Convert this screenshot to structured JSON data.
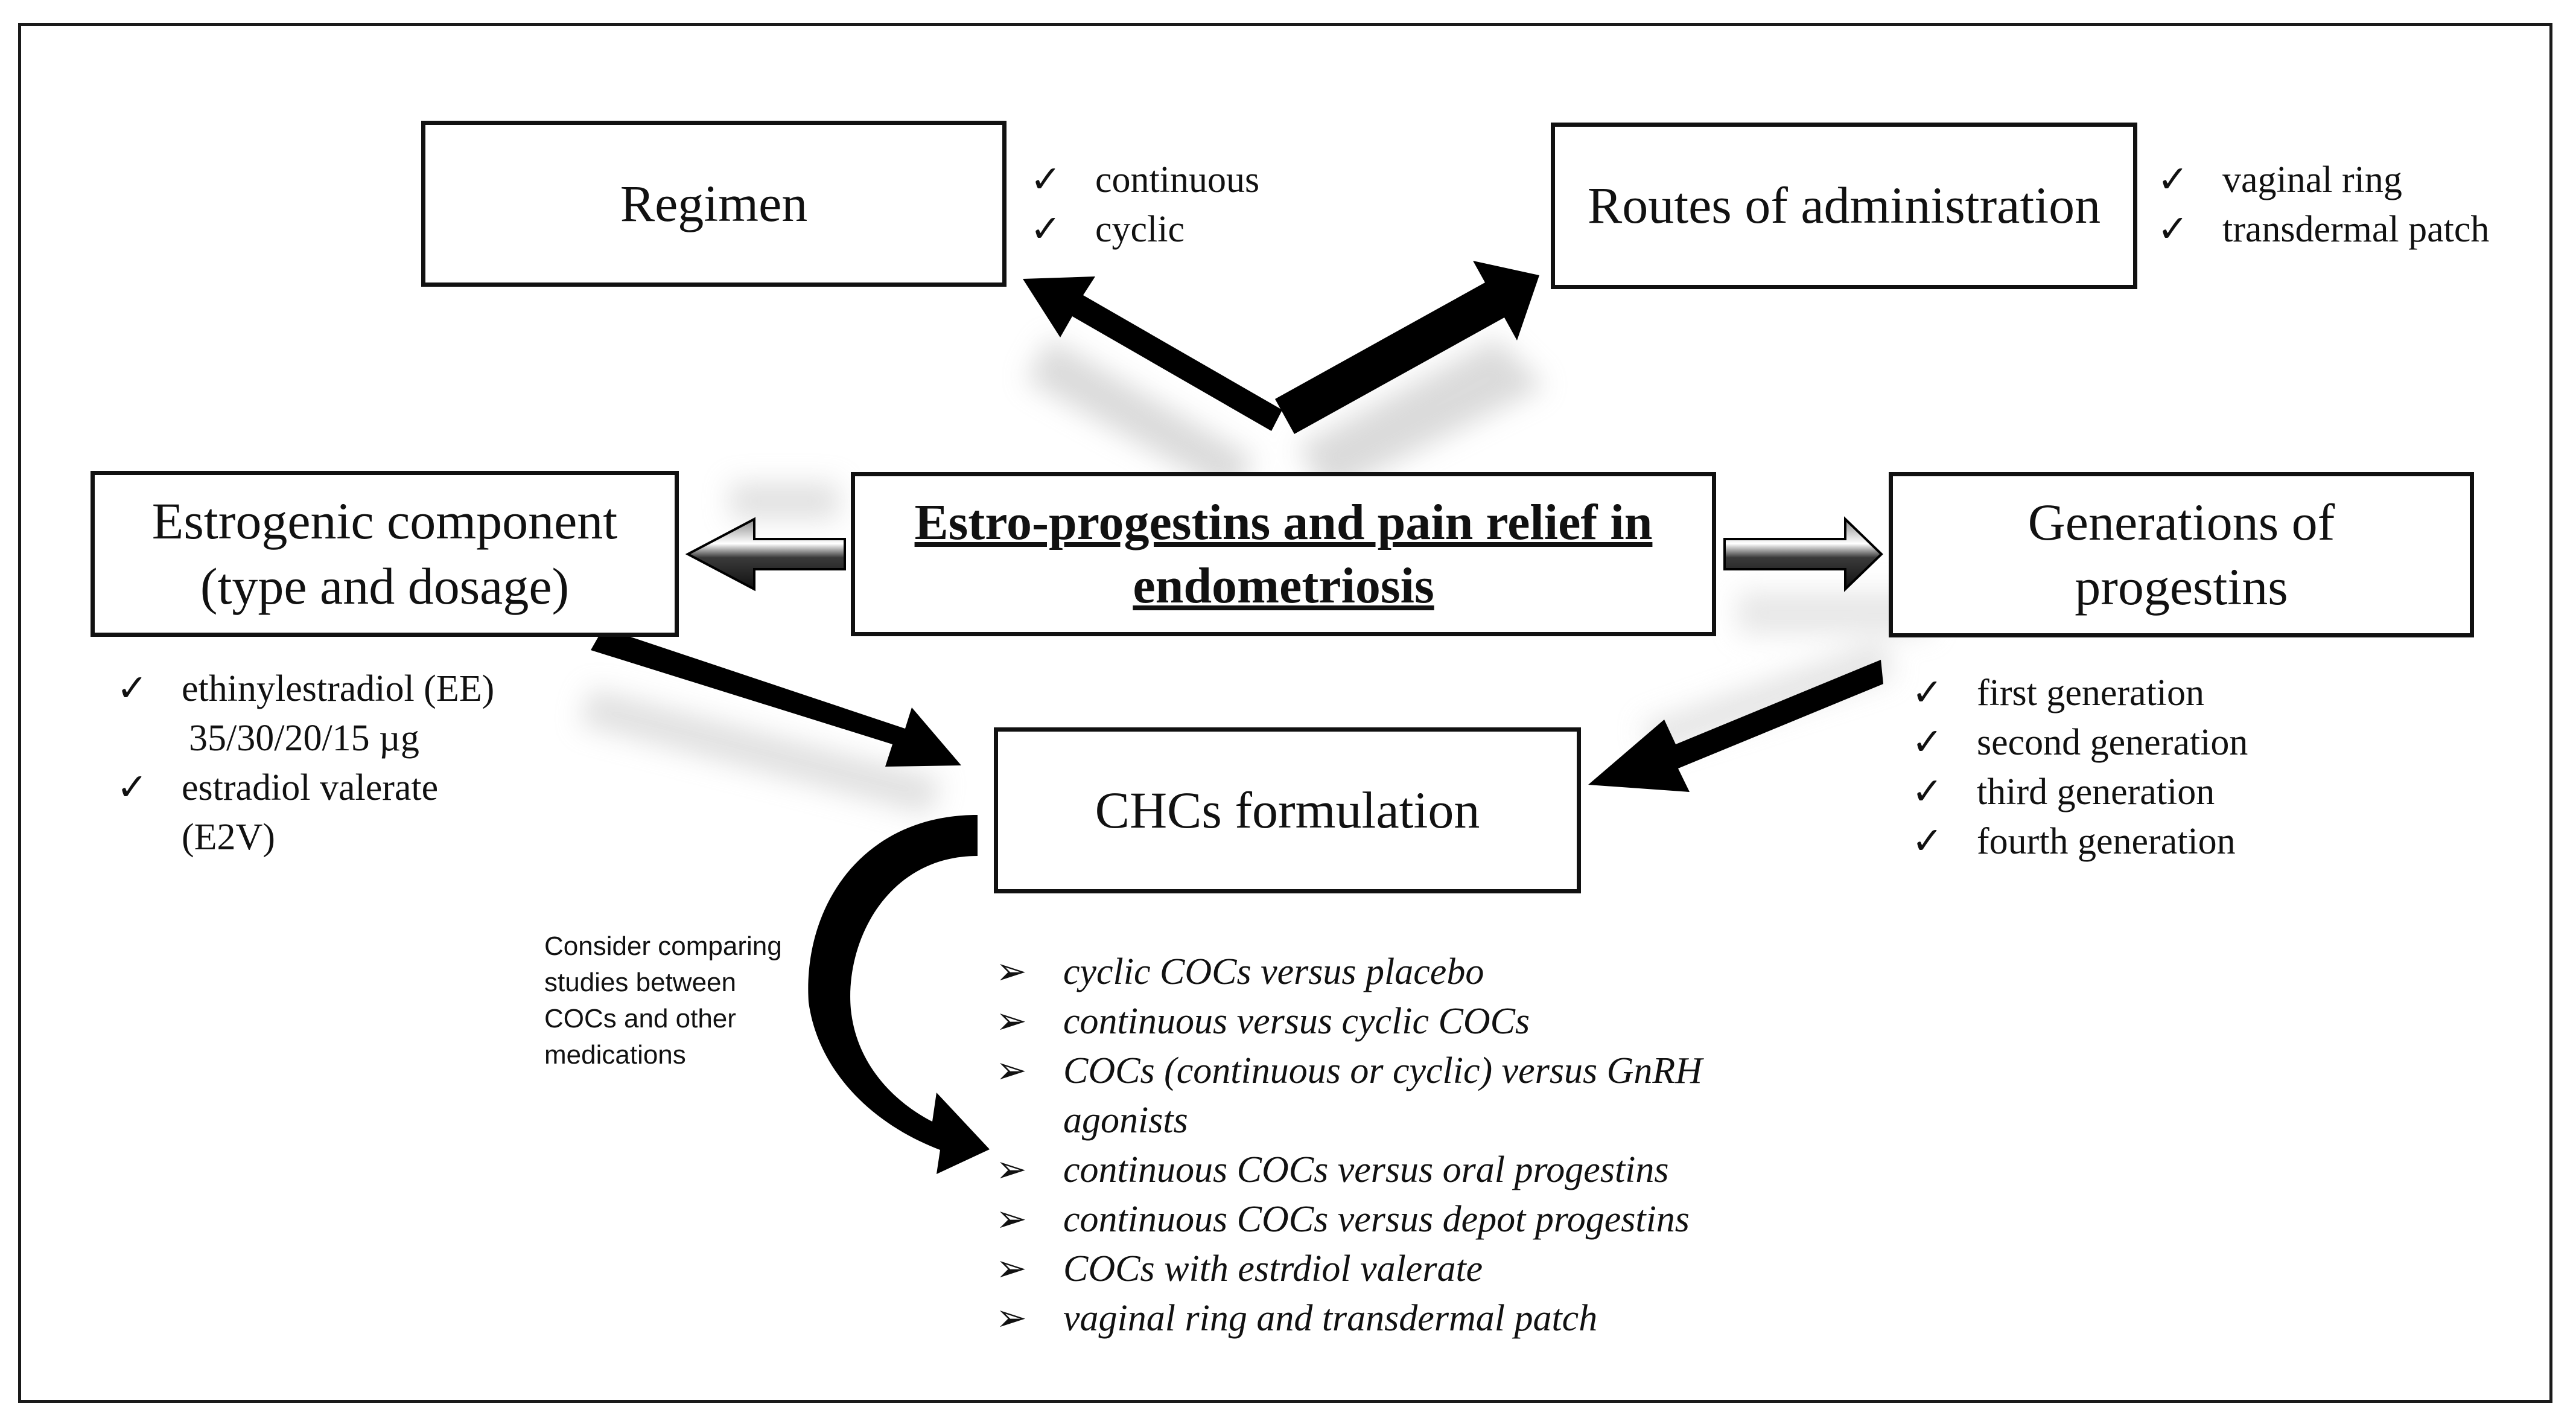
{
  "diagram": {
    "center": {
      "title": "Estro-progestins and pain relief in\nendometriosis"
    },
    "boxes": {
      "regimen": "Regimen",
      "routes": "Routes of administration",
      "estrogenic": "Estrogenic component\n(type and dosage)",
      "generations": "Generations of\nprogestins",
      "chcs": "CHCs formulation"
    },
    "lists": {
      "regimen": [
        "continuous",
        "cyclic"
      ],
      "routes": [
        "vaginal ring",
        "transdermal patch"
      ],
      "estrogenic": {
        "item1": "ethinylestradiol (EE)",
        "item1_dosage": "35/30/20/15 µg",
        "item2": "estradiol valerate",
        "item2_cont": "(E2V)"
      },
      "generations": [
        "first generation",
        "second generation",
        "third generation",
        "fourth generation"
      ],
      "comparisons": [
        "cyclic COCs versus placebo",
        "continuous versus cyclic COCs",
        "COCs (continuous or cyclic) versus GnRH",
        "agonists",
        "continuous COCs versus oral progestins",
        "continuous COCs versus depot progestins",
        "COCs with estrdiol valerate",
        "vaginal ring and transdermal patch"
      ]
    },
    "note": "Consider comparing\nstudies between\nCOCs and other\nmedications",
    "symbols": {
      "check": "✓",
      "bullet": "➢"
    },
    "colors": {
      "ink": "#111111",
      "arrow": "#000000",
      "arrow_shadow": "#bdbdbd",
      "background": "#ffffff"
    }
  }
}
